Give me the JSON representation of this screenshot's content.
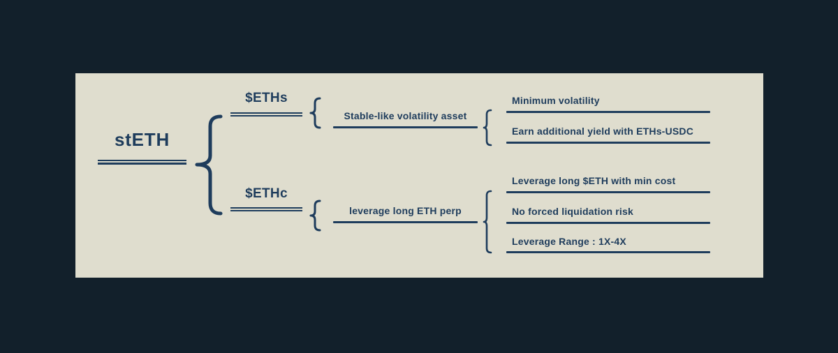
{
  "palette": {
    "outer_background": "#12202b",
    "panel_background": "#dfddce",
    "ink": "#1e3c5c"
  },
  "diagram": {
    "root": {
      "label": "stETH"
    },
    "branches": [
      {
        "token": "$ETHs",
        "description": "Stable-like volatility asset",
        "benefits": [
          "Minimum volatility",
          "Earn additional yield with ETHs-USDC"
        ]
      },
      {
        "token": "$ETHc",
        "description": "leverage long ETH perp",
        "benefits": [
          "Leverage long $ETH with min cost",
          "No forced liquidation risk",
          "Leverage Range : 1X-4X"
        ]
      }
    ]
  }
}
